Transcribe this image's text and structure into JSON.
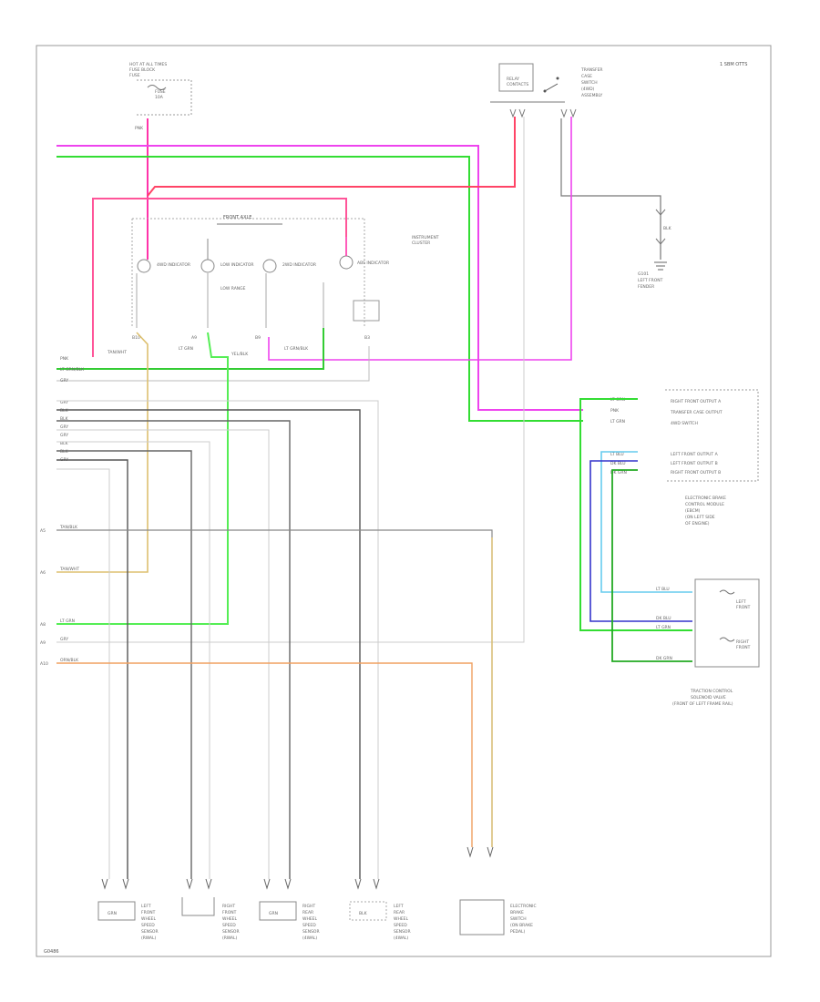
{
  "page_ref": "1 SBM OTTS",
  "corner_code": "G0486",
  "power_source": {
    "lines": [
      "HOT AT ALL TIMES",
      "FUSE BLOCK",
      "FUSE"
    ],
    "wire": "PNK"
  },
  "top_right": {
    "relay_lines": [
      "RELAY",
      "CONTACTS"
    ],
    "switch_lines": [
      "TRANSFER",
      "CASE",
      "SWITCH",
      "(4WD)",
      "ASSEMBLY"
    ],
    "ground_lines": [
      "G101",
      "LEFT FRONT",
      "FENDER"
    ]
  },
  "cluster": {
    "title": "FRONT AXLE",
    "name_lines": [
      "INSTRUMENT",
      "CLUSTER"
    ],
    "lamps": [
      {
        "name": "4WD INDICATOR"
      },
      {
        "name": "LOW INDICATOR",
        "note": "LOW RANGE"
      },
      {
        "name": "2WD INDICATOR"
      },
      {
        "name": "ABS INDICATOR"
      }
    ],
    "pin_labels": [
      "B10",
      "A9",
      "B9",
      "B3"
    ],
    "wire_labels": [
      "TAN/WHT",
      "LT GRN",
      "YEL/BLK",
      "LT GRN/BLK"
    ]
  },
  "left_wires": [
    "PNK",
    "LT GRN/BLK",
    "GRY",
    "GRY",
    "BLK",
    "BLK",
    "GRY",
    "GRY",
    "BLK",
    "BLK",
    "GRY"
  ],
  "mid_wires": [
    "TAN/BLK",
    "TAN/WHT",
    "LT GRN",
    "GRY",
    "ORN/BLK"
  ],
  "mid_pins": [
    "A5",
    "A6",
    "A8",
    "A9",
    "A10"
  ],
  "ebcm": {
    "pin_labels": [
      "LT GRN",
      "PNK",
      "LT GRN",
      "LT BLU",
      "DK BLU",
      "DK GRN"
    ],
    "lines": [
      "RIGHT FRONT OUTPUT A",
      "TRANSFER CASE OUTPUT",
      "4WD SWITCH",
      "",
      "LEFT FRONT OUTPUT A",
      "LEFT FRONT OUTPUT B",
      "RIGHT FRONT OUTPUT B"
    ],
    "name_lines": [
      "ELECTRONIC BRAKE",
      "CONTROL MODULE",
      "(EBCM)",
      "(ON LEFT SIDE",
      "OF ENGINE)"
    ]
  },
  "trans_module": {
    "wire_labels": [
      "LT BLU",
      "DK BLU",
      "LT GRN",
      "DK GRN"
    ],
    "labels": [
      "LEFT",
      "FRONT",
      "RIGHT",
      "FRONT"
    ],
    "name_lines": [
      "TRACTION CONTROL",
      "SOLENOID VALVE",
      "(FRONT OF LEFT FRAME RAIL)"
    ]
  },
  "sensors": [
    {
      "badge": "GRN",
      "lines": [
        "LEFT",
        "FRONT",
        "WHEEL",
        "SPEED",
        "SENSOR",
        "(RWAL)"
      ]
    },
    {
      "badge": "",
      "lines": [
        "RIGHT",
        "FRONT",
        "WHEEL",
        "SPEED",
        "SENSOR",
        "(RWAL)"
      ]
    },
    {
      "badge": "GRN",
      "lines": [
        "RIGHT",
        "REAR",
        "WHEEL",
        "SPEED",
        "SENSOR",
        "(4WAL)"
      ]
    },
    {
      "badge": "BLK",
      "lines": [
        "LEFT",
        "REAR",
        "WHEEL",
        "SPEED",
        "SENSOR",
        "(4WAL)"
      ]
    },
    {
      "badge": "",
      "lines": [
        "ELECTRONIC",
        "BRAKE",
        "SWITCH",
        "(ON BRAKE",
        "PEDAL)"
      ]
    }
  ],
  "colors": {
    "pink": "#ff33aa",
    "magenta": "#ee44ee",
    "green": "#33dd33",
    "tan": "#ddc070",
    "orange": "#f0a060",
    "gray": "#888888",
    "black": "#333333",
    "lightblue": "#66ccee",
    "darkblue": "#3333cc",
    "darkgreen": "#22aa22"
  }
}
